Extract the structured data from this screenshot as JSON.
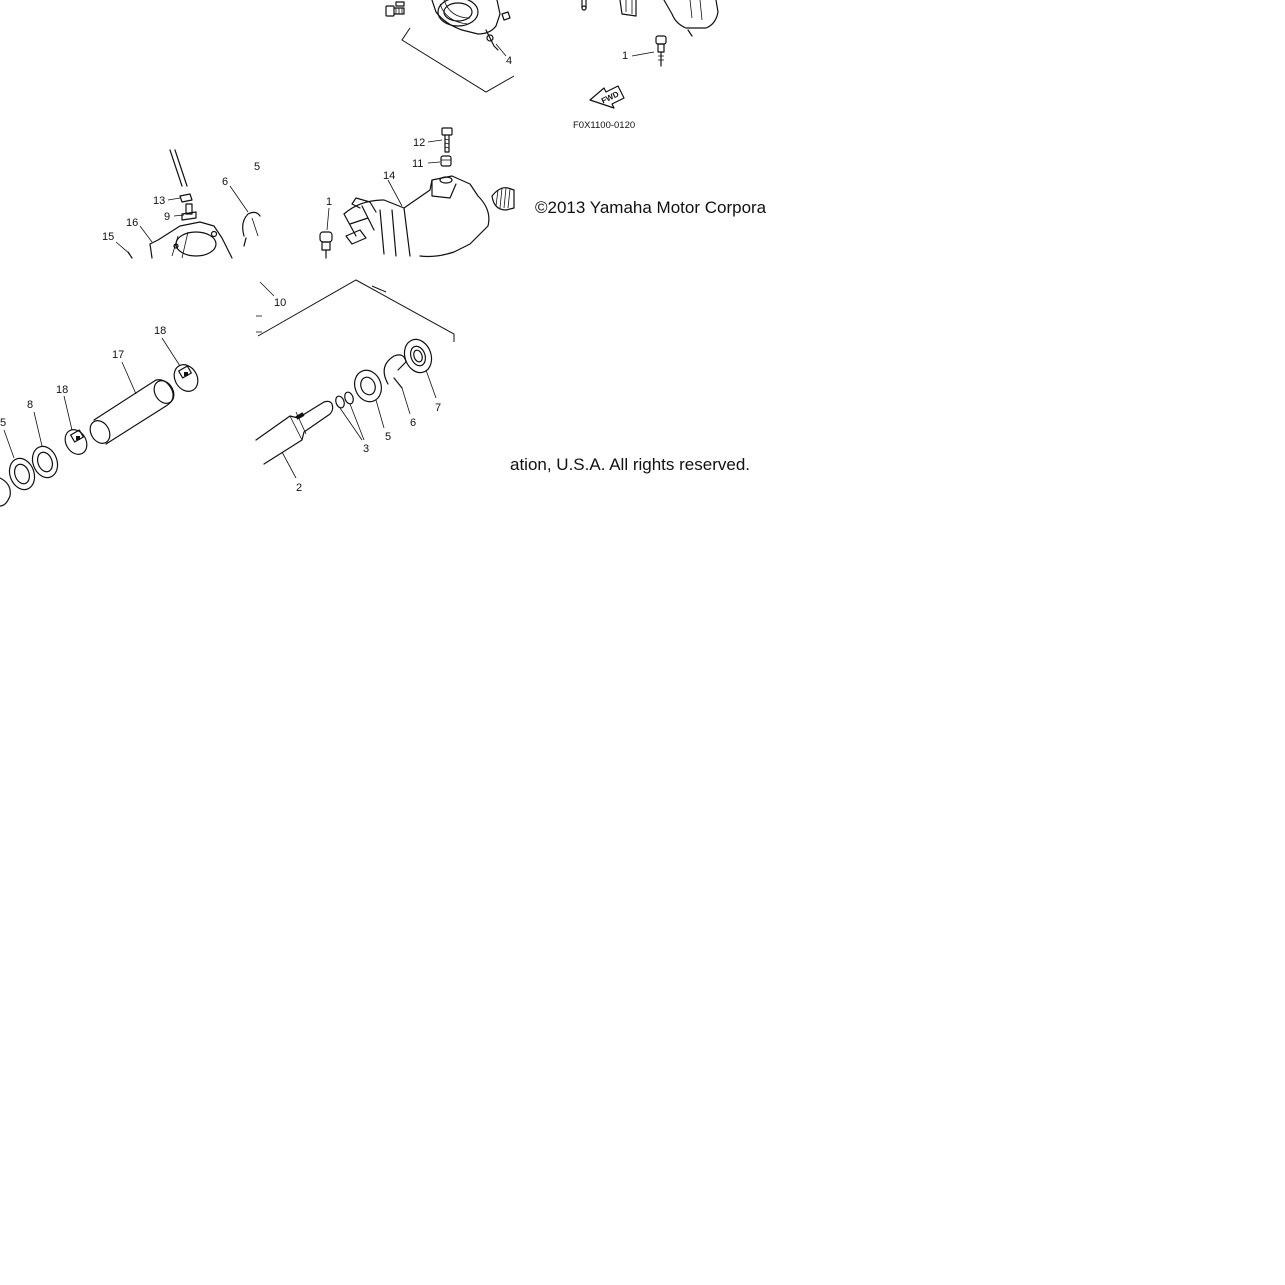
{
  "diagram": {
    "figure_code": "F0X1100-0120",
    "forward_marker": "FWD",
    "copyright_line_1": "©2013 Yamaha Motor Corpora",
    "copyright_line_2": "ation, U.S.A. All rights reserved.",
    "callouts": {
      "c4_top": "4",
      "c1_top": "1",
      "c12": "12",
      "c11": "11",
      "c14": "14",
      "c1_mid": "1",
      "c13": "13",
      "c9": "9",
      "c6_left": "6",
      "c5_top_partial": "5",
      "c16": "16",
      "c15": "15",
      "c10": "10",
      "c18_upper": "18",
      "c17": "17",
      "c18_lower": "18",
      "c8": "8",
      "c5_left": "5",
      "c3": "3",
      "c5_right": "5",
      "c6_right": "6",
      "c7": "7",
      "c2": "2"
    }
  }
}
